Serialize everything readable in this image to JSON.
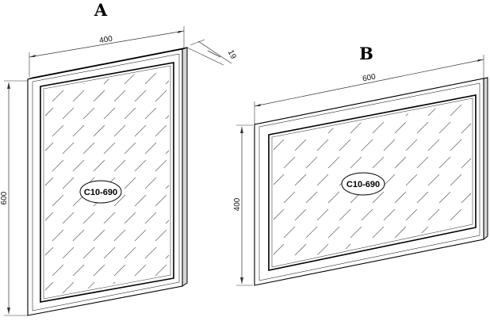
{
  "views": [
    {
      "id": "A",
      "title": "A",
      "code": "C10-690",
      "dims": {
        "width": "400",
        "height": "600",
        "depth": "19"
      }
    },
    {
      "id": "B",
      "title": "B",
      "code": "C10-690",
      "dims": {
        "width": "600",
        "height": "400"
      }
    }
  ]
}
